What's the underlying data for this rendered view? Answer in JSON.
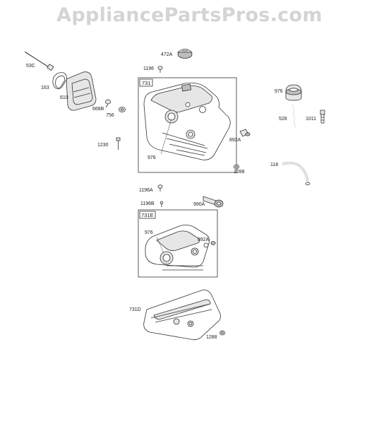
{
  "watermark": "AppliancePartsPros.com",
  "boxes": {
    "box_731": "731",
    "box_731E": "731E"
  },
  "labels": {
    "p53C": "53C",
    "p163": "163",
    "p610": "610",
    "p668B": "668B",
    "p756": "756",
    "p1230": "1230",
    "p472A": "472A",
    "p1196": "1196",
    "p976_top": "976",
    "p892A_top": "892A",
    "p1288_top": "1288",
    "p976_cap": "976",
    "p528": "528",
    "p1011": "1011",
    "p118": "118",
    "p1196A": "1196A",
    "p1196B": "1196B",
    "p990A": "990A",
    "p976_mid": "976",
    "p892A_mid": "892A",
    "p731D": "731D",
    "p1288_bot": "1288"
  }
}
